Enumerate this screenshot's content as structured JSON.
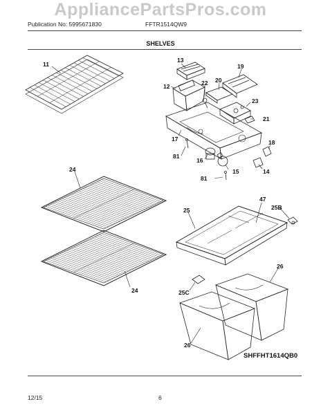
{
  "watermark": "AppliancePartsPros.com",
  "header": {
    "publication": "Publication No: 5995671830",
    "model": "FFTR1514QW9",
    "section_title": "SHELVES"
  },
  "callouts": {
    "c11": "11",
    "c13": "13",
    "c19": "19",
    "c12": "12",
    "c22": "22",
    "c20": "20",
    "c23": "23",
    "c21": "21",
    "c17": "17",
    "c18": "18",
    "c81a": "81",
    "c16": "16",
    "c15": "15",
    "c14": "14",
    "c81b": "81",
    "c24a": "24",
    "c24b": "24",
    "c25": "25",
    "c47": "47",
    "c25b": "25B",
    "c26a": "26",
    "c25c": "25C",
    "c26b": "26"
  },
  "diagram_code": "SHFFHT1614QB0",
  "footer": {
    "date": "12/15",
    "page": "6"
  }
}
